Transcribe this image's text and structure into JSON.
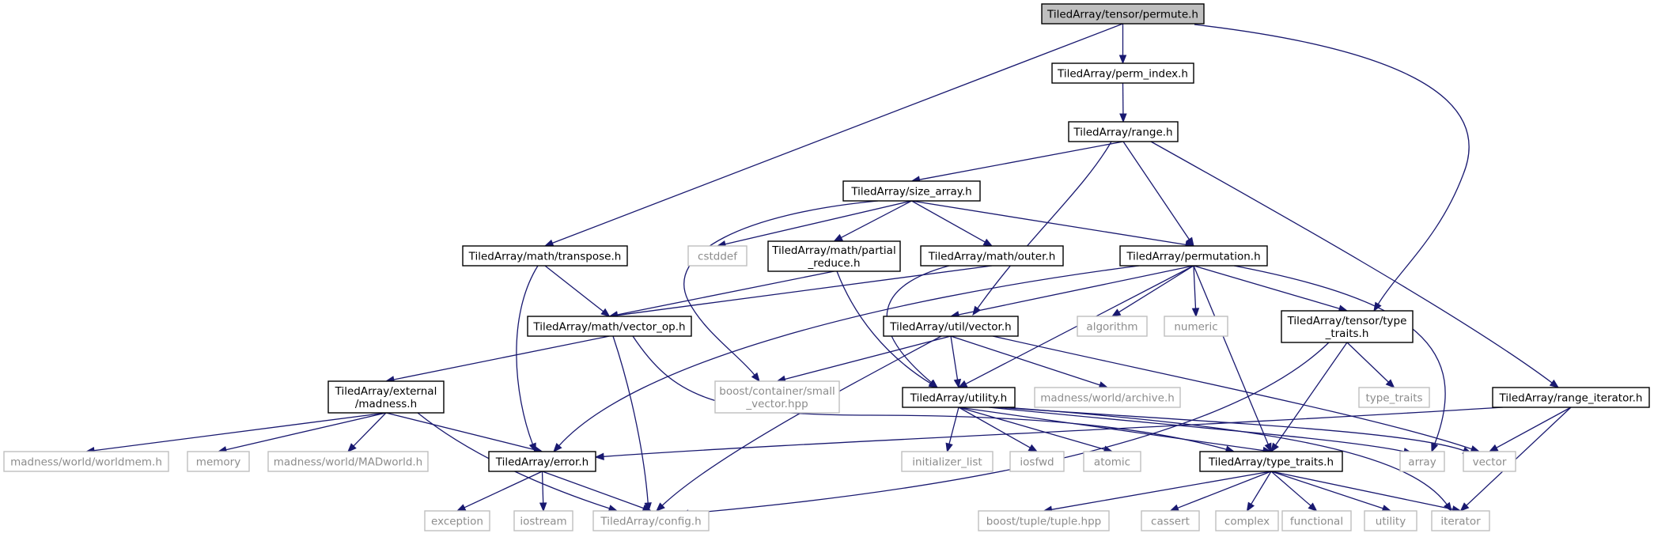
{
  "diagram": {
    "colors": {
      "edge": "#191970",
      "root_fill": "#bfbfbf",
      "local_border": "#000000",
      "external_border": "#bfbfbf",
      "external_text": "#8c8c8c"
    },
    "nodes": [
      {
        "id": "permute",
        "lines": [
          "TiledArray/tensor/permute.h"
        ],
        "kind": "root"
      },
      {
        "id": "perm_index",
        "lines": [
          "TiledArray/perm_index.h"
        ],
        "kind": "local"
      },
      {
        "id": "range",
        "lines": [
          "TiledArray/range.h"
        ],
        "kind": "local"
      },
      {
        "id": "size_array",
        "lines": [
          "TiledArray/size_array.h"
        ],
        "kind": "local"
      },
      {
        "id": "transpose",
        "lines": [
          "TiledArray/math/transpose.h"
        ],
        "kind": "local"
      },
      {
        "id": "cstddef",
        "lines": [
          "cstddef"
        ],
        "kind": "external"
      },
      {
        "id": "partial_reduce",
        "lines": [
          "TiledArray/math/partial",
          "_reduce.h"
        ],
        "kind": "local"
      },
      {
        "id": "outer",
        "lines": [
          "TiledArray/math/outer.h"
        ],
        "kind": "local"
      },
      {
        "id": "permutation",
        "lines": [
          "TiledArray/permutation.h"
        ],
        "kind": "local"
      },
      {
        "id": "vector_op",
        "lines": [
          "TiledArray/math/vector_op.h"
        ],
        "kind": "local"
      },
      {
        "id": "util_vector",
        "lines": [
          "TiledArray/util/vector.h"
        ],
        "kind": "local"
      },
      {
        "id": "algorithm",
        "lines": [
          "algorithm"
        ],
        "kind": "external"
      },
      {
        "id": "numeric",
        "lines": [
          "numeric"
        ],
        "kind": "external"
      },
      {
        "id": "tensor_type_traits",
        "lines": [
          "TiledArray/tensor/type",
          "_traits.h"
        ],
        "kind": "local"
      },
      {
        "id": "external_madness",
        "lines": [
          "TiledArray/external",
          "/madness.h"
        ],
        "kind": "local"
      },
      {
        "id": "small_vector",
        "lines": [
          "boost/container/small",
          "_vector.hpp"
        ],
        "kind": "external"
      },
      {
        "id": "utility_h",
        "lines": [
          "TiledArray/utility.h"
        ],
        "kind": "local"
      },
      {
        "id": "archive",
        "lines": [
          "madness/world/archive.h"
        ],
        "kind": "external"
      },
      {
        "id": "type_traits_std",
        "lines": [
          "type_traits"
        ],
        "kind": "external"
      },
      {
        "id": "range_iterator",
        "lines": [
          "TiledArray/range_iterator.h"
        ],
        "kind": "local"
      },
      {
        "id": "worldmem",
        "lines": [
          "madness/world/worldmem.h"
        ],
        "kind": "external"
      },
      {
        "id": "memory",
        "lines": [
          "memory"
        ],
        "kind": "external"
      },
      {
        "id": "madworld",
        "lines": [
          "madness/world/MADworld.h"
        ],
        "kind": "external"
      },
      {
        "id": "error",
        "lines": [
          "TiledArray/error.h"
        ],
        "kind": "local"
      },
      {
        "id": "initializer_list",
        "lines": [
          "initializer_list"
        ],
        "kind": "external"
      },
      {
        "id": "iosfwd",
        "lines": [
          "iosfwd"
        ],
        "kind": "external"
      },
      {
        "id": "atomic",
        "lines": [
          "atomic"
        ],
        "kind": "external"
      },
      {
        "id": "ta_type_traits",
        "lines": [
          "TiledArray/type_traits.h"
        ],
        "kind": "local"
      },
      {
        "id": "array",
        "lines": [
          "array"
        ],
        "kind": "external"
      },
      {
        "id": "vector",
        "lines": [
          "vector"
        ],
        "kind": "external"
      },
      {
        "id": "exception",
        "lines": [
          "exception"
        ],
        "kind": "external"
      },
      {
        "id": "iostream",
        "lines": [
          "iostream"
        ],
        "kind": "external"
      },
      {
        "id": "config",
        "lines": [
          "TiledArray/config.h"
        ],
        "kind": "external"
      },
      {
        "id": "tuple",
        "lines": [
          "boost/tuple/tuple.hpp"
        ],
        "kind": "external"
      },
      {
        "id": "cassert",
        "lines": [
          "cassert"
        ],
        "kind": "external"
      },
      {
        "id": "complex",
        "lines": [
          "complex"
        ],
        "kind": "external"
      },
      {
        "id": "functional",
        "lines": [
          "functional"
        ],
        "kind": "external"
      },
      {
        "id": "utility_std",
        "lines": [
          "utility"
        ],
        "kind": "external"
      },
      {
        "id": "iterator",
        "lines": [
          "iterator"
        ],
        "kind": "external"
      }
    ],
    "edges": [
      [
        "permute",
        "perm_index"
      ],
      [
        "permute",
        "transpose"
      ],
      [
        "permute",
        "tensor_type_traits"
      ],
      [
        "perm_index",
        "range"
      ],
      [
        "range",
        "size_array"
      ],
      [
        "range",
        "permutation"
      ],
      [
        "range",
        "util_vector"
      ],
      [
        "range",
        "range_iterator"
      ],
      [
        "size_array",
        "cstddef"
      ],
      [
        "size_array",
        "partial_reduce"
      ],
      [
        "size_array",
        "outer"
      ],
      [
        "size_array",
        "permutation"
      ],
      [
        "size_array",
        "small_vector"
      ],
      [
        "transpose",
        "vector_op"
      ],
      [
        "transpose",
        "error"
      ],
      [
        "partial_reduce",
        "vector_op"
      ],
      [
        "partial_reduce",
        "utility_h"
      ],
      [
        "outer",
        "vector_op"
      ],
      [
        "outer",
        "utility_h"
      ],
      [
        "permutation",
        "util_vector"
      ],
      [
        "permutation",
        "algorithm"
      ],
      [
        "permutation",
        "numeric"
      ],
      [
        "permutation",
        "tensor_type_traits"
      ],
      [
        "permutation",
        "utility_h"
      ],
      [
        "permutation",
        "ta_type_traits"
      ],
      [
        "permutation",
        "array"
      ],
      [
        "permutation",
        "error"
      ],
      [
        "vector_op",
        "external_madness"
      ],
      [
        "vector_op",
        "config"
      ],
      [
        "vector_op",
        "ta_type_traits"
      ],
      [
        "util_vector",
        "small_vector"
      ],
      [
        "util_vector",
        "utility_h"
      ],
      [
        "util_vector",
        "archive"
      ],
      [
        "util_vector",
        "vector"
      ],
      [
        "util_vector",
        "config"
      ],
      [
        "tensor_type_traits",
        "type_traits_std"
      ],
      [
        "tensor_type_traits",
        "ta_type_traits"
      ],
      [
        "tensor_type_traits",
        "config"
      ],
      [
        "external_madness",
        "worldmem"
      ],
      [
        "external_madness",
        "memory"
      ],
      [
        "external_madness",
        "madworld"
      ],
      [
        "external_madness",
        "error"
      ],
      [
        "external_madness",
        "config"
      ],
      [
        "utility_h",
        "initializer_list"
      ],
      [
        "utility_h",
        "iosfwd"
      ],
      [
        "utility_h",
        "atomic"
      ],
      [
        "utility_h",
        "ta_type_traits"
      ],
      [
        "utility_h",
        "array"
      ],
      [
        "utility_h",
        "vector"
      ],
      [
        "utility_h",
        "iterator"
      ],
      [
        "range_iterator",
        "error"
      ],
      [
        "range_iterator",
        "vector"
      ],
      [
        "range_iterator",
        "iterator"
      ],
      [
        "error",
        "exception"
      ],
      [
        "error",
        "iostream"
      ],
      [
        "error",
        "config"
      ],
      [
        "ta_type_traits",
        "tuple"
      ],
      [
        "ta_type_traits",
        "cassert"
      ],
      [
        "ta_type_traits",
        "complex"
      ],
      [
        "ta_type_traits",
        "functional"
      ],
      [
        "ta_type_traits",
        "utility_std"
      ],
      [
        "ta_type_traits",
        "iterator"
      ]
    ]
  }
}
